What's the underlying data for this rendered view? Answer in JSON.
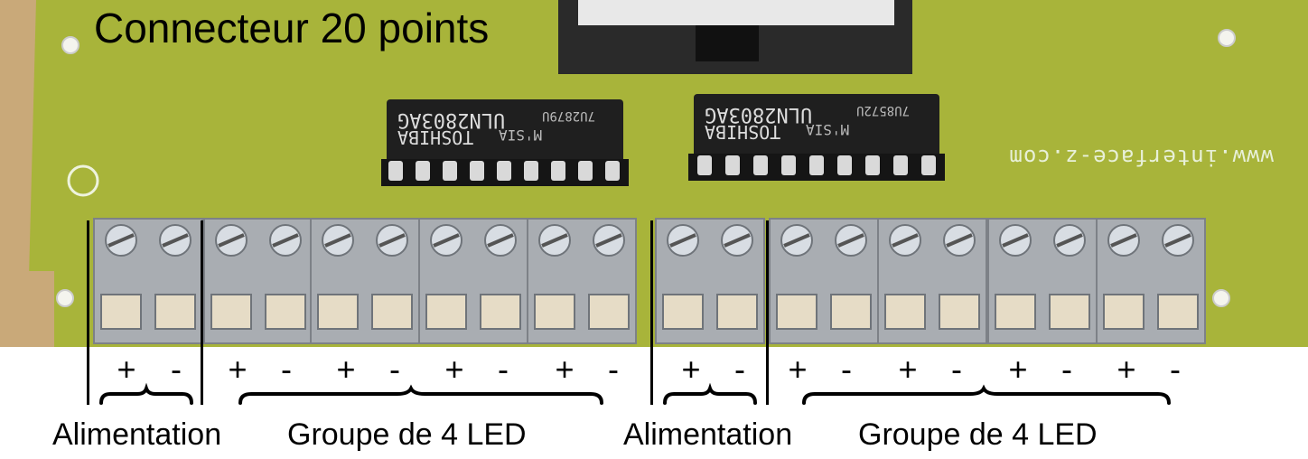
{
  "photo": {
    "connector_label": "Connecteur 20 points",
    "website_silkscreen": "www.interface-z.com",
    "chip_brand": "TOSHIBA",
    "chip_model": "ULN2803AG",
    "chip_origin": "M'SIA",
    "chip_1_code": "7U2879U",
    "chip_2_code": "7U8572U",
    "colors": {
      "pcb": "#a8b43a",
      "terminal": "#a9adb2",
      "chip": "#1f1f1f",
      "wood": "#c9a979"
    }
  },
  "annotations": {
    "polarity_plus": "+",
    "polarity_minus": "-",
    "groups": [
      {
        "label": "Alimentation"
      },
      {
        "label": "Groupe de 4 LED"
      },
      {
        "label": "Alimentation"
      },
      {
        "label": "Groupe de 4 LED"
      }
    ]
  }
}
